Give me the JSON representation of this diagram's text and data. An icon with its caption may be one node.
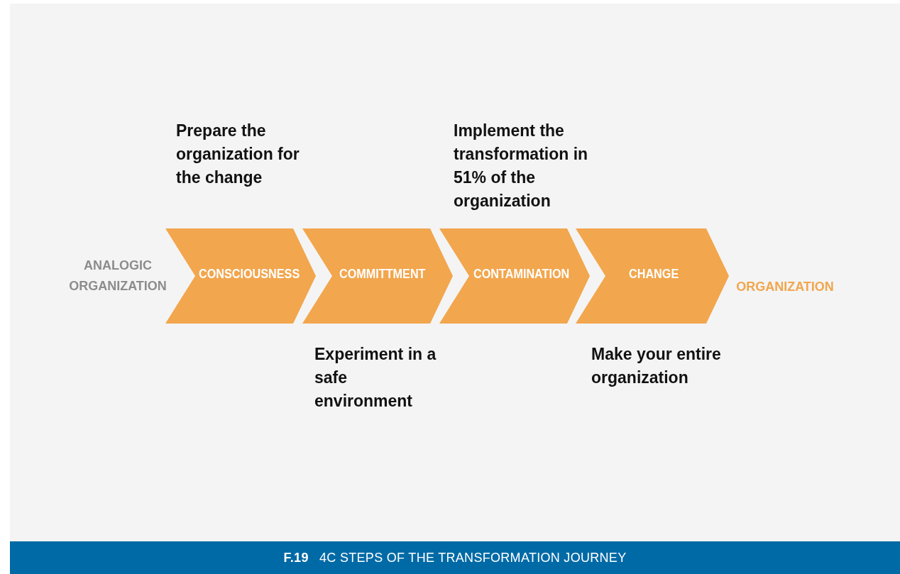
{
  "diagram": {
    "caption": "**F.19** 4C STEPS OF THE TRANSFORMATION JOURNEY",
    "nodes": [
      {
        "text": [
          "CONSCIOUSNESS"
        ],
        "beside": [
          "Prepare the organization for the change"
        ]
      },
      {
        "text": [
          "COMMITTMENT"
        ],
        "beside": [
          "Experiment in a safe environment"
        ]
      },
      {
        "text": [
          "CONTAMINATION"
        ],
        "beside": [
          "Implement the transformation in 51% of the organization"
        ]
      },
      {
        "text": [
          "CHANGE"
        ],
        "beside": [
          "Make your entire organization"
        ]
      }
    ],
    "edges": [],
    "labels": [
      "ANALOGIC ORGANIZATION",
      "ORGANIZATION"
    ]
  }
}
